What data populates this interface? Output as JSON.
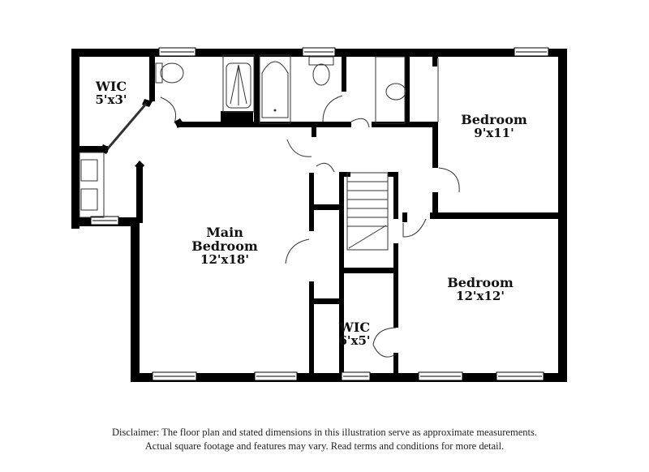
{
  "rooms": {
    "wic_small": {
      "name": "WIC",
      "dim": "5'x3'"
    },
    "bedroom_upper": {
      "name": "Bedroom",
      "dim": "9'x11'"
    },
    "main_bedroom": {
      "name_line1": "Main",
      "name_line2": "Bedroom",
      "dim": "12'x18'"
    },
    "bedroom_lower": {
      "name": "Bedroom",
      "dim": "12'x12'"
    },
    "wic_large": {
      "name": "WIC",
      "dim": "6'x5'"
    }
  },
  "disclaimer": {
    "line1": "Disclaimer: The floor plan and stated dimensions in this illustration serve as approximate measurements.",
    "line2": "Actual square footage and features may vary. Read terms and conditions for more detail."
  },
  "colors": {
    "wall": "#000000",
    "fixture": "#333333",
    "background": "#ffffff"
  }
}
